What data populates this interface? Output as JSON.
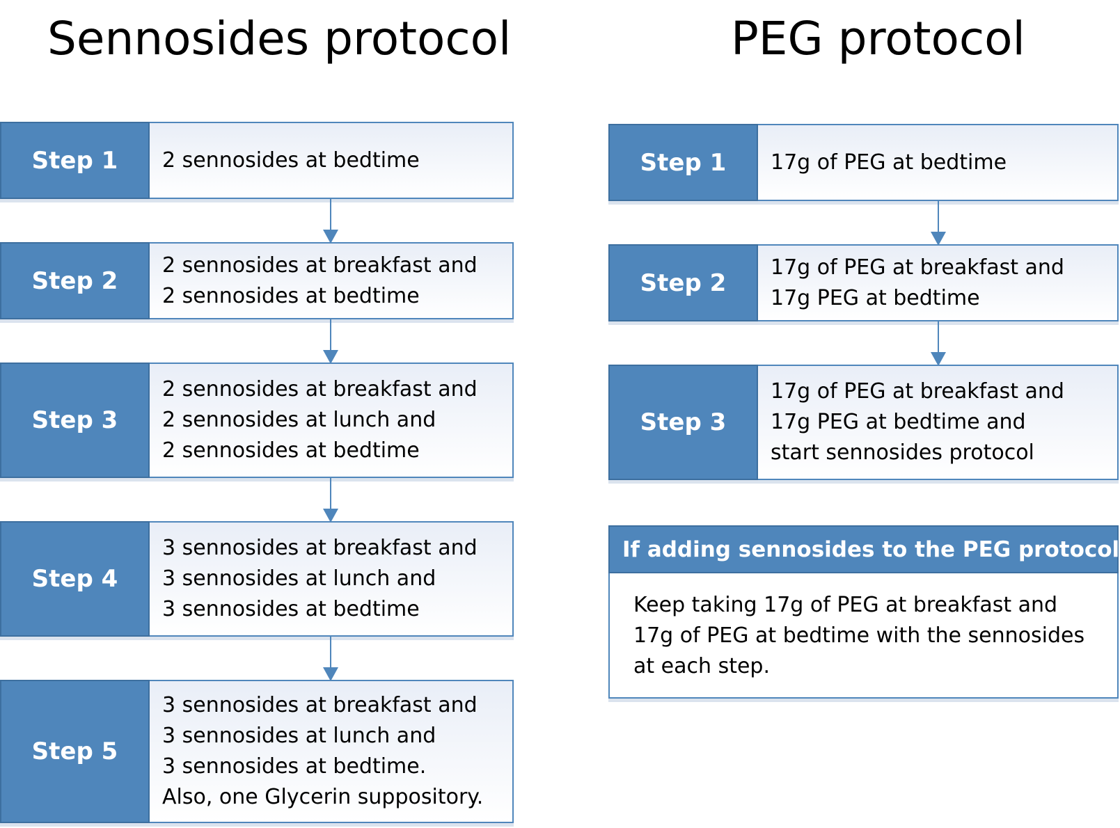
{
  "sennosides": {
    "title": "Sennosides protocol",
    "steps": [
      {
        "label": "Step 1",
        "lines": [
          "2 sennosides at bedtime"
        ]
      },
      {
        "label": "Step 2",
        "lines": [
          "2 sennosides at breakfast and",
          "2 sennosides at bedtime"
        ]
      },
      {
        "label": "Step 3",
        "lines": [
          "2 sennosides at breakfast and",
          "2 sennosides at lunch and",
          "2 sennosides at bedtime"
        ]
      },
      {
        "label": "Step 4",
        "lines": [
          "3 sennosides at breakfast and",
          "3 sennosides at lunch and",
          "3 sennosides at bedtime"
        ]
      },
      {
        "label": "Step 5",
        "lines": [
          "3 sennosides at breakfast and",
          "3 sennosides at lunch and",
          "3 sennosides at bedtime.",
          "Also, one Glycerin suppository."
        ]
      }
    ]
  },
  "peg": {
    "title": "PEG protocol",
    "steps": [
      {
        "label": "Step 1",
        "lines": [
          "17g of PEG at bedtime"
        ]
      },
      {
        "label": "Step 2",
        "lines": [
          "17g of PEG at breakfast and",
          "17g PEG at bedtime"
        ]
      },
      {
        "label": "Step 3",
        "lines": [
          "17g of PEG at breakfast and",
          "17g PEG at bedtime and",
          "start sennosides protocol"
        ]
      }
    ],
    "note": {
      "header": "If adding sennosides to the PEG protocol:",
      "lines": [
        "Keep taking 17g of PEG at breakfast and",
        "17g of PEG at bedtime with the sennosides",
        "at each step."
      ]
    }
  }
}
